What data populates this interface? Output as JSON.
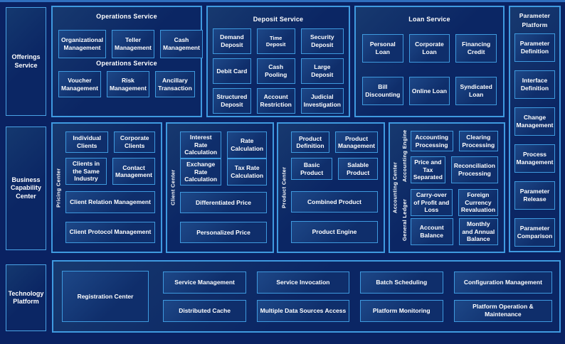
{
  "colors": {
    "background": "#0a2262",
    "panel_border": "#3f9ae0",
    "box_fill_light": "#1d4787",
    "box_fill_dark": "#0f2e6b",
    "text": "#ffffff",
    "top_strip": "#2f6fbe"
  },
  "left_rail": {
    "offerings": "Offerings Service",
    "business": "Business Capability Center",
    "technology": "Technology Platform"
  },
  "operations": {
    "title": "Operations Service",
    "mid_label": "Operations Service",
    "row1": [
      "Organizational Management",
      "Teller Management",
      "Cash Management"
    ],
    "row2": [
      "Voucher Management",
      "Risk Management",
      "Ancillary Transaction"
    ]
  },
  "deposit": {
    "title": "Deposit Service",
    "items": [
      "Demand Deposit",
      "Time Deposit",
      "Security Deposit",
      "Debit Card",
      "Cash Pooling",
      "Large Deposit",
      "Structured Deposit",
      "Account Restriction",
      "Judicial Investigation"
    ]
  },
  "loan": {
    "title": "Loan Service",
    "items": [
      "Personal Loan",
      "Corporate Loan",
      "Financing Credit",
      "Bill Discounting",
      "Online Loan",
      "Syndicated Loan"
    ]
  },
  "parameter_platform": {
    "title": "Parameter Platform",
    "items": [
      "Parameter Definition",
      "Interface Definition",
      "Change Management",
      "Process Management",
      "Parameter Release",
      "Parameter Comparison"
    ]
  },
  "pricing_center": {
    "vertical_label": "Pricing Center",
    "grid": [
      "Individual Clients",
      "Corporate Clients",
      "Clients in the Same Industry",
      "Contact Management"
    ],
    "wide": [
      "Client Relation Management",
      "Client Protocol Management"
    ]
  },
  "client_center": {
    "vertical_label": "Client Center",
    "grid": [
      "Interest Rate Calculation",
      "Rate Calculation",
      "Exchange Rate Calculation",
      "Tax Rate Calculation"
    ],
    "wide": [
      "Differentiated Price",
      "Personalized Price"
    ]
  },
  "product_center": {
    "vertical_label": "Product Center",
    "grid": [
      "Product Definition",
      "Product Management",
      "Basic Product",
      "Salable Product"
    ],
    "wide": [
      "Combined Product",
      "Product Engine"
    ]
  },
  "accounting_center": {
    "vertical_label": "Accounting Center",
    "engine_label": "Accounting Engine",
    "ledger_label": "General  Ledger",
    "engine_items": [
      "Accounting Processing",
      "Clearing Processing",
      "Price and Tax Separated",
      "Reconciliation Processing"
    ],
    "ledger_items": [
      "Carry-over of Profit and Loss",
      "Foreign Currency Revaluation",
      "Account Balance",
      "Monthly and Annual Balance"
    ]
  },
  "technology_platform": {
    "registration": "Registration Center",
    "row1": [
      "Service Management",
      "Service Invocation",
      "Batch Scheduling",
      "Configuration Management"
    ],
    "row2": [
      "Distributed Cache",
      "Multiple Data Sources Access",
      "Platform Monitoring",
      "Platform Operation & Maintenance"
    ]
  }
}
